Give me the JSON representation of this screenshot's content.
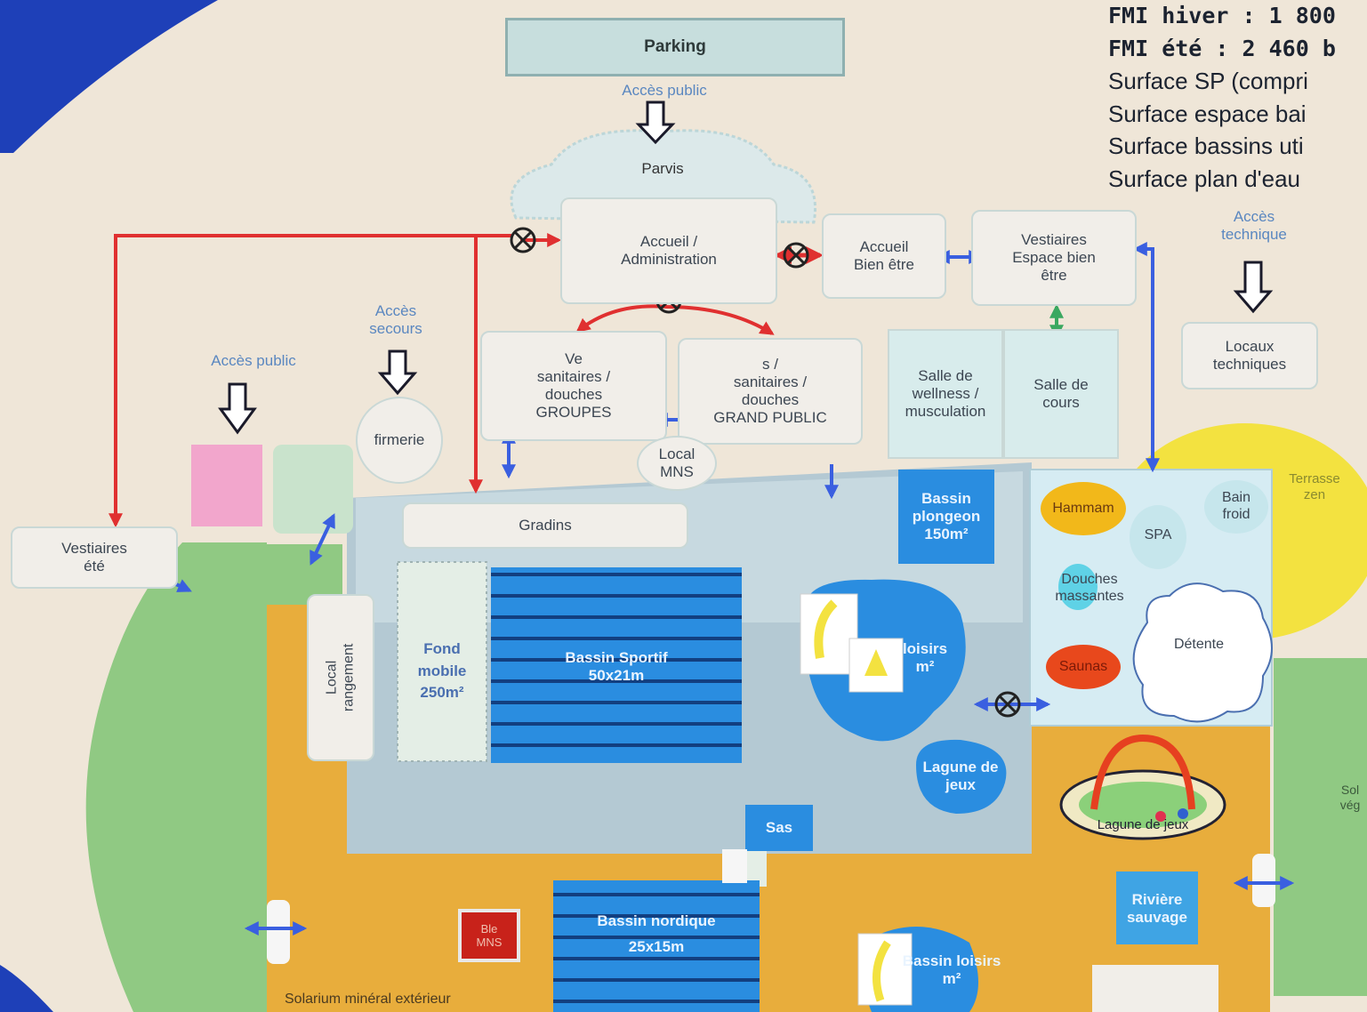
{
  "info": {
    "fmi_hiver": "FMI hiver : 1 800",
    "fmi_ete": "FMI été : 2 460 b",
    "surface_sp": "Surface SP (compri",
    "surface_espace": "Surface espace bai",
    "surface_bassins": "Surface bassins uti",
    "surface_plan": "Surface plan d'eau"
  },
  "labels": {
    "parking": "Parking",
    "acces_public_top": "Accès public",
    "parvis": "Parvis",
    "accueil_admin": "Accueil /\nAdministration",
    "accueil_bien_etre": "Accueil\nBien être",
    "vestiaires_espace": "Vestiaires\nEspace bien\nêtre",
    "acces_technique": "Accès\ntechnique",
    "locaux_techniques": "Locaux\ntechniques",
    "acces_secours": "Accès\nsecours",
    "acces_public_left": "Accès public",
    "vest_groupes": "Ve\nsanitaires /\ndouches\nGROUPES",
    "vest_grand_public": "s /\nsanitaires /\ndouches\nGRAND PUBLIC",
    "salle_wellness": "Salle de\nwellness /\nmusculation",
    "salle_cours": "Salle de\ncours",
    "infirmerie": "firmerie",
    "local_mns": "Local\nMNS",
    "vestiaires_ete": "Vestiaires\nété",
    "gradins": "Gradins",
    "bassin_plongeon": "Bassin\nplongeon\n150m²",
    "terrasse_zen": "Terrasse\nzen",
    "hammam": "Hammam",
    "spa": "SPA",
    "bain_froid": "Bain\nfroid",
    "douches_massantes": "Douches\nmassantes",
    "detente": "Détente",
    "saunas": "Saunas",
    "local_rangement": "Local\nrangement",
    "fond_mobile": "Fond\nmobile\n250m²",
    "bassin_sportif": "Bassin Sportif\n50x21m",
    "bassin_loisirs": "loisirs\nm²",
    "lagune_jeux": "Lagune de\njeux",
    "lagune_eaux": "Lagune de jeux",
    "sas": "Sas",
    "bassin_nordique": "Bassin nordique\n25x15m",
    "riviere_sauvage": "Rivière\nsauvage",
    "sol_veg": "Sol\nvég",
    "solarium": "Solarium minéral extérieur",
    "bloc_rouge": "Ble\nMNS",
    "bassin_loisirs_ext": "Bassin loisirs\nm²"
  },
  "colors": {
    "background": "#efe6d8",
    "hall": "#b4c9d3",
    "pool_blue": "#2a8de0",
    "outdoor_orange": "#e8ad3c",
    "lawn_green": "#90c983",
    "corner_blue": "#1e40b8",
    "terrace_yellow": "#f3e240",
    "flow_red": "#e03030",
    "flow_blue": "#3a5fe0",
    "flow_green": "#3aa860"
  },
  "icons": [
    "blocked-passage-icon",
    "access-arrow-icon",
    "double-arrow-icon",
    "rainbow-icon",
    "slide-icon"
  ]
}
